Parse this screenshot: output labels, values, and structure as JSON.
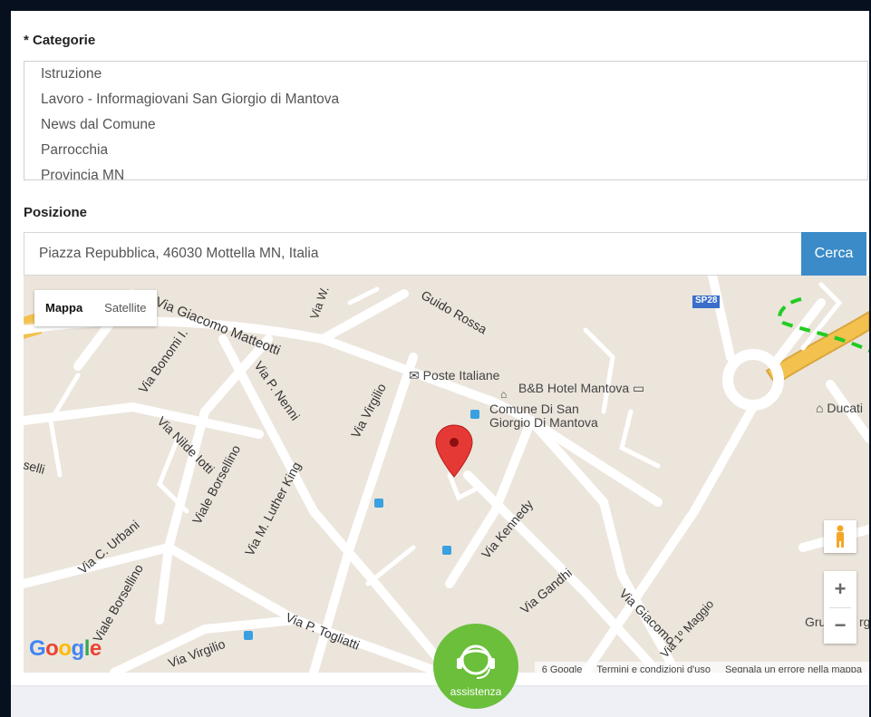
{
  "form": {
    "categories": {
      "label": "* Categorie",
      "options": [
        "Istruzione",
        "Lavoro - Informagiovani San Giorgio di Mantova",
        "News dal Comune",
        "Parrocchia",
        "Provincia MN"
      ]
    },
    "position": {
      "label": "Posizione",
      "address_value": "Piazza Repubblica, 46030 Mottella MN, Italia",
      "search_button": "Cerca"
    }
  },
  "map": {
    "type_controls": {
      "map": "Mappa",
      "satellite": "Satellite"
    },
    "road_shield": "SP28",
    "streets": {
      "giacomo_matteotti": "Via Giacomo Matteotti",
      "guido_rossa": "Guido Rossa",
      "via_w": "Via W.",
      "bonomi": "Via Bonomi I.",
      "nenni": "Via P. Nenni",
      "virgilio": "Via Virgilio",
      "nilde_iotti": "Via Nilde Iotti",
      "viale_borsellino": "Viale Borsellino",
      "luther_king": "Via M. Luther King",
      "urbani": "Via C. Urbani",
      "viale_borsellino2": "Viale Borsellino",
      "kennedy": "Via Kennedy",
      "gandhi": "Via Gandhi",
      "giacomo": "Via Giacomo",
      "primo_maggio": "Via 1º Maggio",
      "togliatti": "Via P. Togliatti",
      "virgilio2": "Via Virgilio",
      "selli": "selli"
    },
    "pois": {
      "poste": "Poste Italiane",
      "bnb": "B&B Hotel Mantova",
      "comune_line1": "Comune Di San",
      "comune_line2": "Giorgio Di Mantova",
      "ducati": "Ducati",
      "gru": "Gru",
      "rg": "rg"
    },
    "zoom_in": "+",
    "zoom_out": "−",
    "logo": "Google",
    "attribution": {
      "copyright": "6 Google",
      "terms": "Termini e condizioni d'uso",
      "report": "Segnala un errore nella mappa"
    },
    "colors": {
      "marker": "#e53935",
      "road": "#ffffff",
      "highway": "#f2c14e",
      "land": "#ece5dc"
    }
  },
  "assist_button": {
    "label": "assistenza",
    "color": "#6bbf3b"
  }
}
